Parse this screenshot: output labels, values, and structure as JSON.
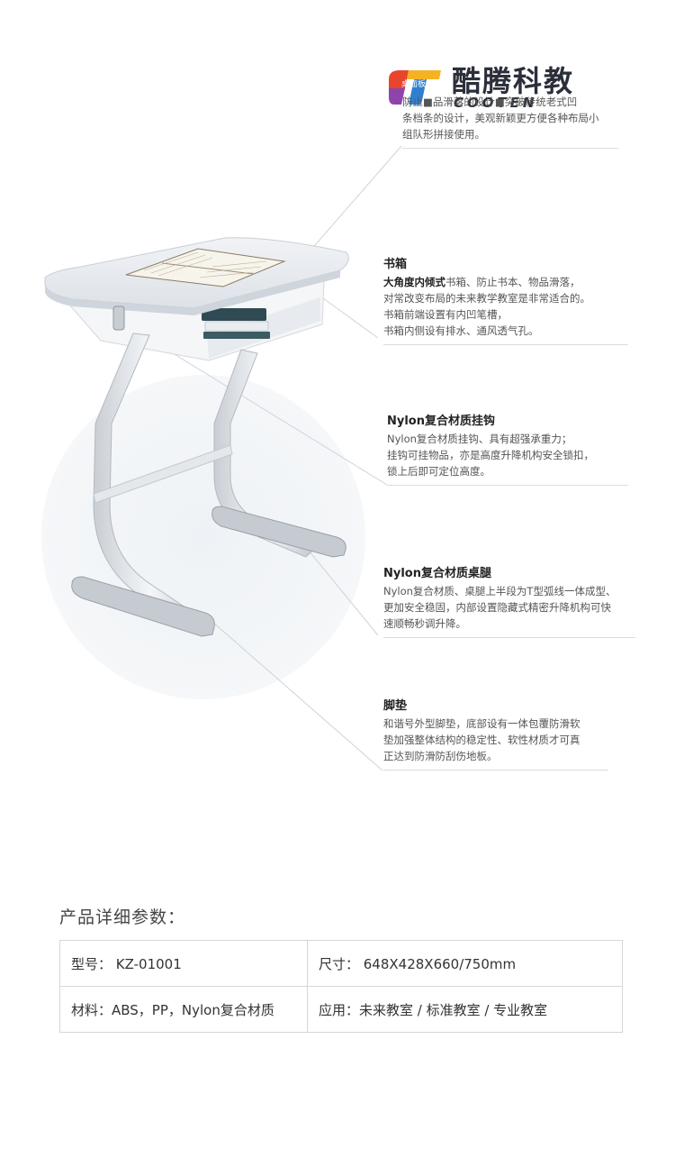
{
  "logo": {
    "name_cn": "酷腾科教",
    "name_en": "COOTEN",
    "mark_text": "桌面板"
  },
  "features": [
    {
      "title": "",
      "lines": [
        "防止■品滑落的设计■突破传统老式凹",
        "条档条的设计，美观新颖更方便各种布局小",
        "组队形拼接使用。"
      ]
    },
    {
      "title": "书箱",
      "lead": "大角度内倾式",
      "lines": [
        "书箱、防止书本、物品滑落，",
        "对常改变布局的未来教学教室是非常适合的。",
        "书箱前端设置有内凹笔槽，",
        "书箱内侧设有排水、通风透气孔。"
      ]
    },
    {
      "title": "Nylon复合材质挂钩",
      "lines": [
        "Nylon复合材质挂钩、具有超强承重力；",
        "挂钩可挂物品，亦是高度升降机构安全锁扣，",
        "锁上后即可定位高度。"
      ]
    },
    {
      "title": "Nylon复合材质桌腿",
      "lines": [
        "Nylon复合材质、桌腿上半段为T型弧线一体成型、",
        "更加安全稳固，内部设置隐藏式精密升降机构可快",
        "速顺畅秒调升降。"
      ]
    },
    {
      "title": "脚垫",
      "lines": [
        "和谐号外型脚垫，底部设有一体包覆防滑软",
        "垫加强整体结构的稳定性、软性材质才可真",
        "正达到防滑防刮伤地板。"
      ]
    }
  ],
  "params": {
    "heading": "产品详细参数：",
    "rows": [
      [
        "型号：  KZ-01001",
        "尺寸：  648X428X660/750mm"
      ],
      [
        "材料：ABS，PP，Nylon复合材质",
        "应用：未来教室 / 标准教室 / 专业教室"
      ]
    ]
  },
  "colors": {
    "text_dark": "#222222",
    "text_body": "#555555",
    "rule": "#dcdcdc",
    "desk_top": "#e9ecf0",
    "logo_red": "#e8452c",
    "logo_blue": "#2f7fd1",
    "logo_yellow": "#f5b324",
    "logo_purple": "#8e44ad"
  }
}
